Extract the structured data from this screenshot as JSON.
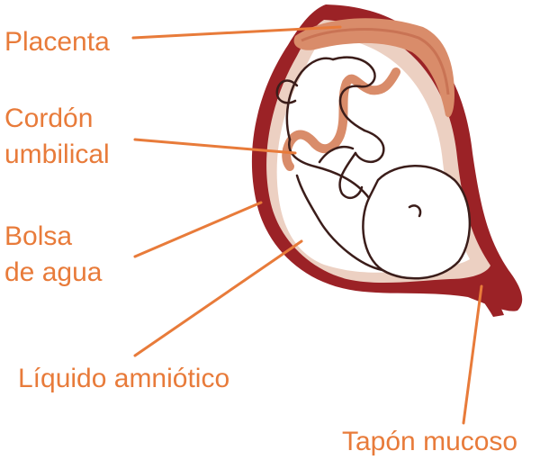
{
  "labels": {
    "placenta": "Placenta",
    "cordon_line1": "Cordón",
    "cordon_line2": "umbilical",
    "bolsa_line1": "Bolsa",
    "bolsa_line2": "de agua",
    "liquido": "Líquido amniótico",
    "tapon": "Tapón mucoso"
  },
  "colors": {
    "label": "#e87b3a",
    "leader_line": "#e87b3a",
    "uterus_wall": "#9b2226",
    "placenta": "#d98c6a",
    "amniotic_sac": "#ecd0c2",
    "fluid": "#ffffff",
    "fetus_outline": "#3b1d1a",
    "cord": "#d98c6a"
  }
}
